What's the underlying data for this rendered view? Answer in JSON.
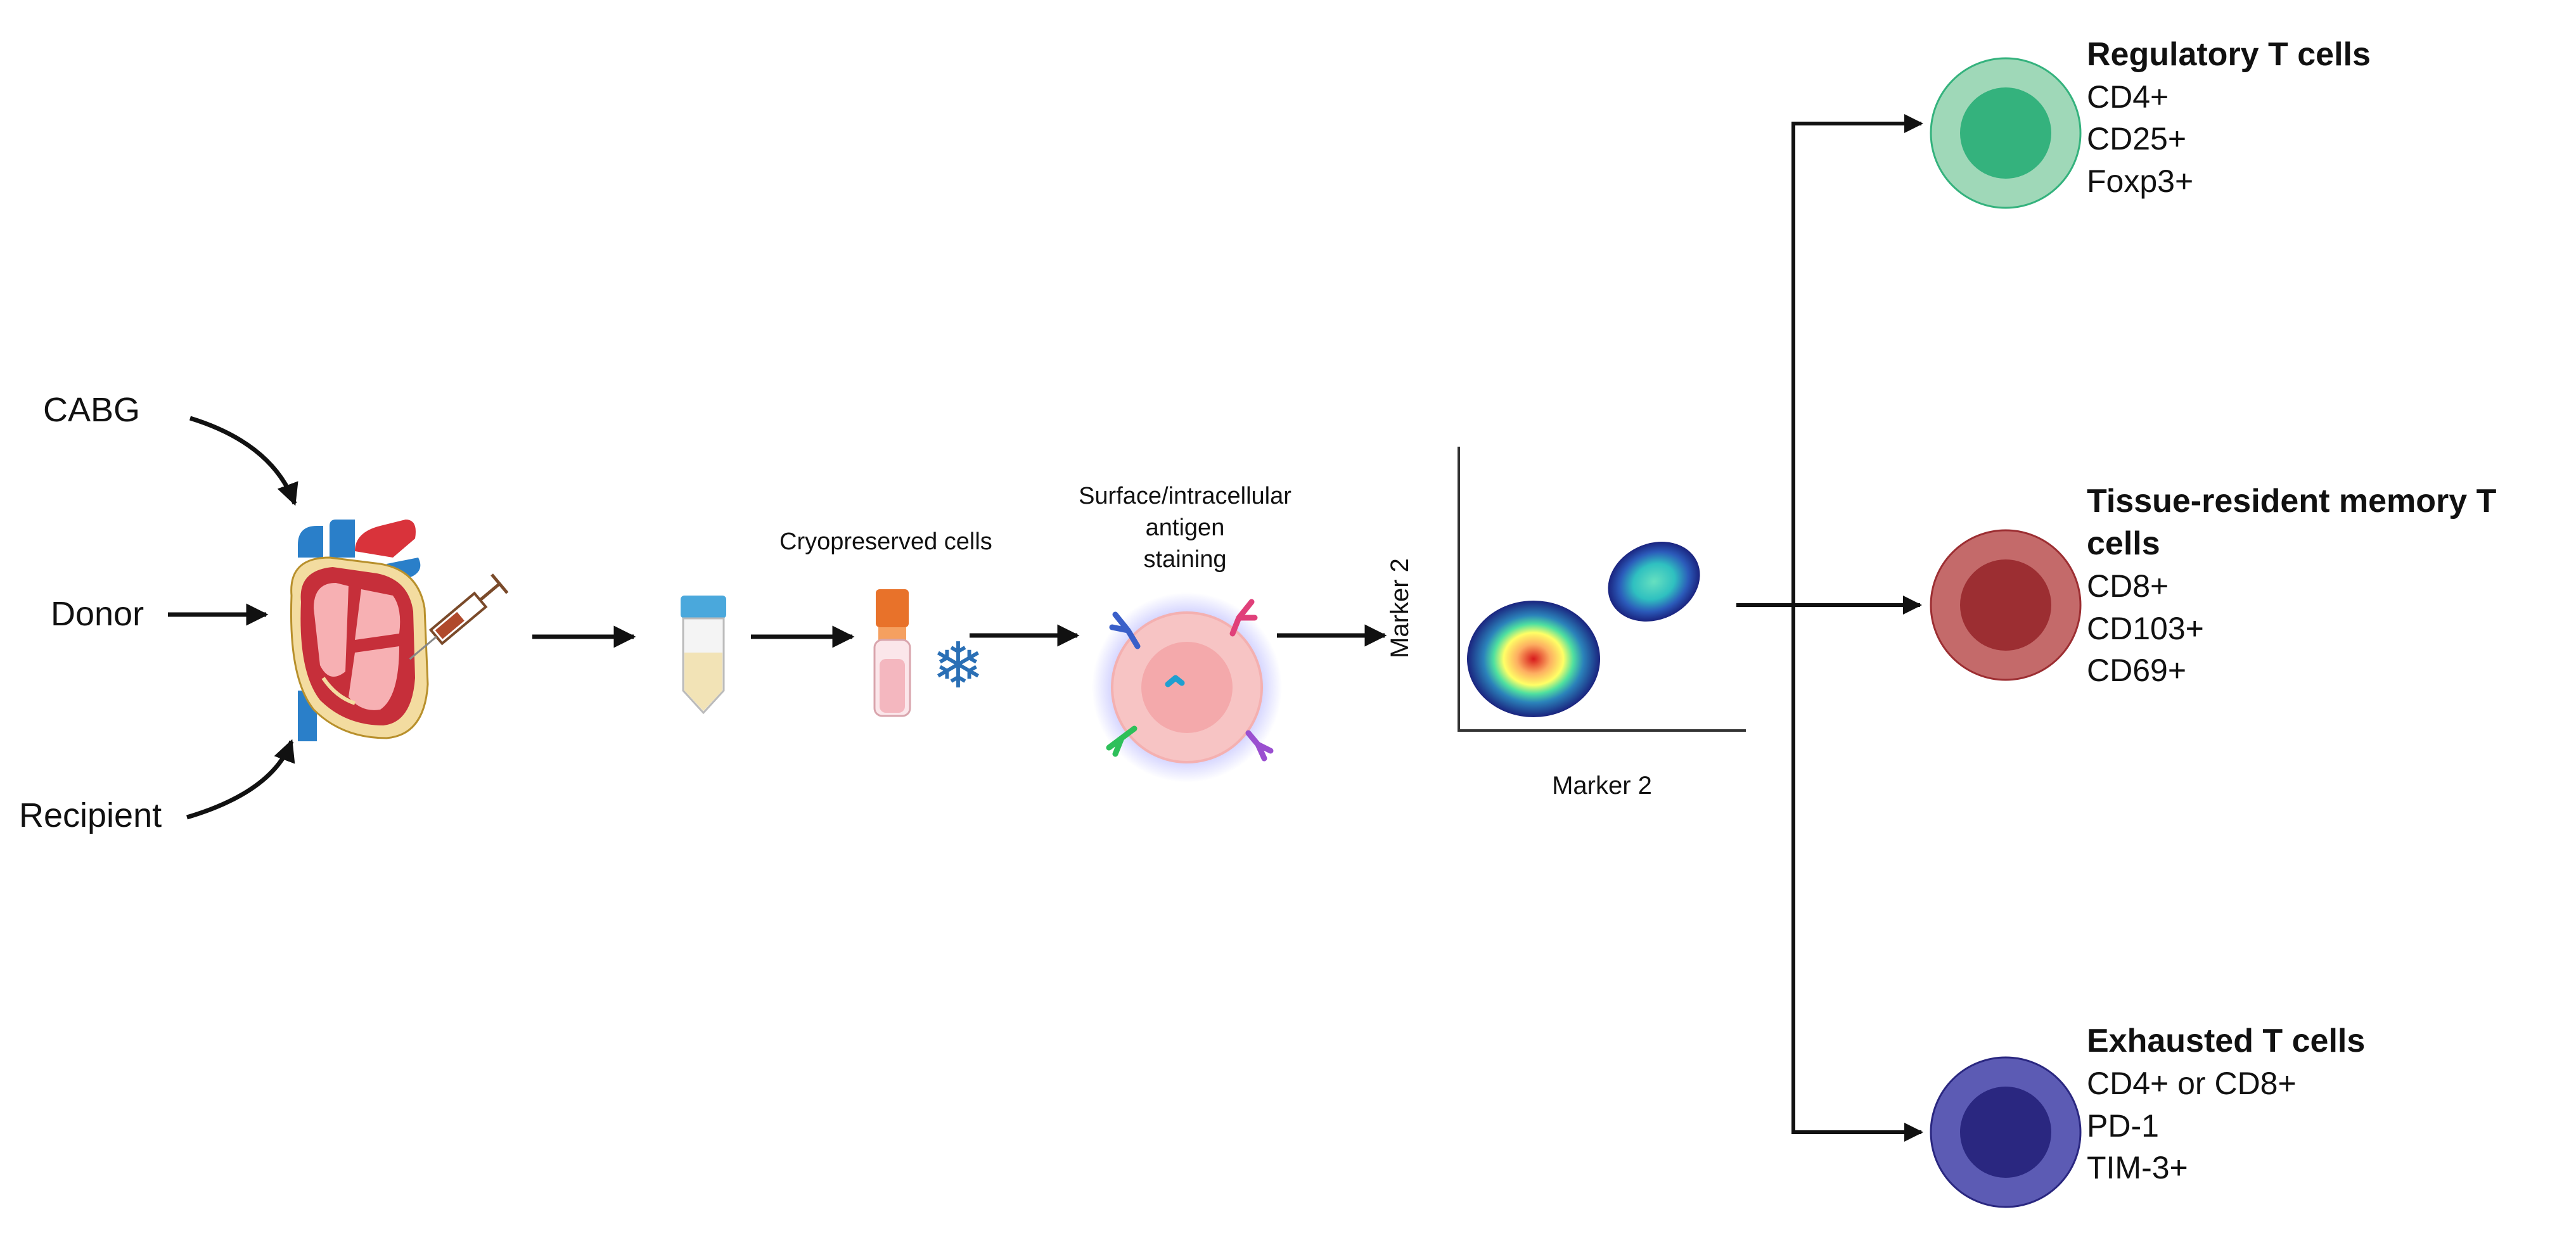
{
  "sources": {
    "cabg": "CABG",
    "donor": "Donor",
    "recipient": "Recipient"
  },
  "steps": {
    "cryo": "Cryopreserved cells",
    "staining": [
      "Surface/intracellular",
      "antigen",
      "staining"
    ]
  },
  "flow_plot": {
    "xlabel": "Marker 2",
    "ylabel": "Marker 2"
  },
  "cell_types": [
    {
      "title_lines": [
        "Regulatory T cells"
      ],
      "markers": [
        "CD4+",
        "CD25+",
        "Foxp3+"
      ],
      "outer_color": "#9fd8b8",
      "inner_color": "#34b27d"
    },
    {
      "title_lines": [
        "Tissue-resident memory T",
        "cells"
      ],
      "markers": [
        "CD8+",
        "CD103+",
        "CD69+"
      ],
      "outer_color": "#c46a6a",
      "inner_color": "#9c2e32"
    },
    {
      "title_lines": [
        "Exhausted T cells"
      ],
      "markers": [
        "CD4+ or CD8+",
        "PD-1",
        "TIM-3+"
      ],
      "outer_color": "#5c5bb4",
      "inner_color": "#2a2780"
    }
  ],
  "colors": {
    "arrow": "#111111",
    "tube_liquid": "#f2e3b6",
    "tube_cap": "#4aa8dc",
    "vial_cap": "#e8722a",
    "vial_liquid": "#f4b7bf",
    "snowflake": "#2a6fb5",
    "cell_outer": "#f7c4c4",
    "cell_glow": "#8f8fff"
  }
}
